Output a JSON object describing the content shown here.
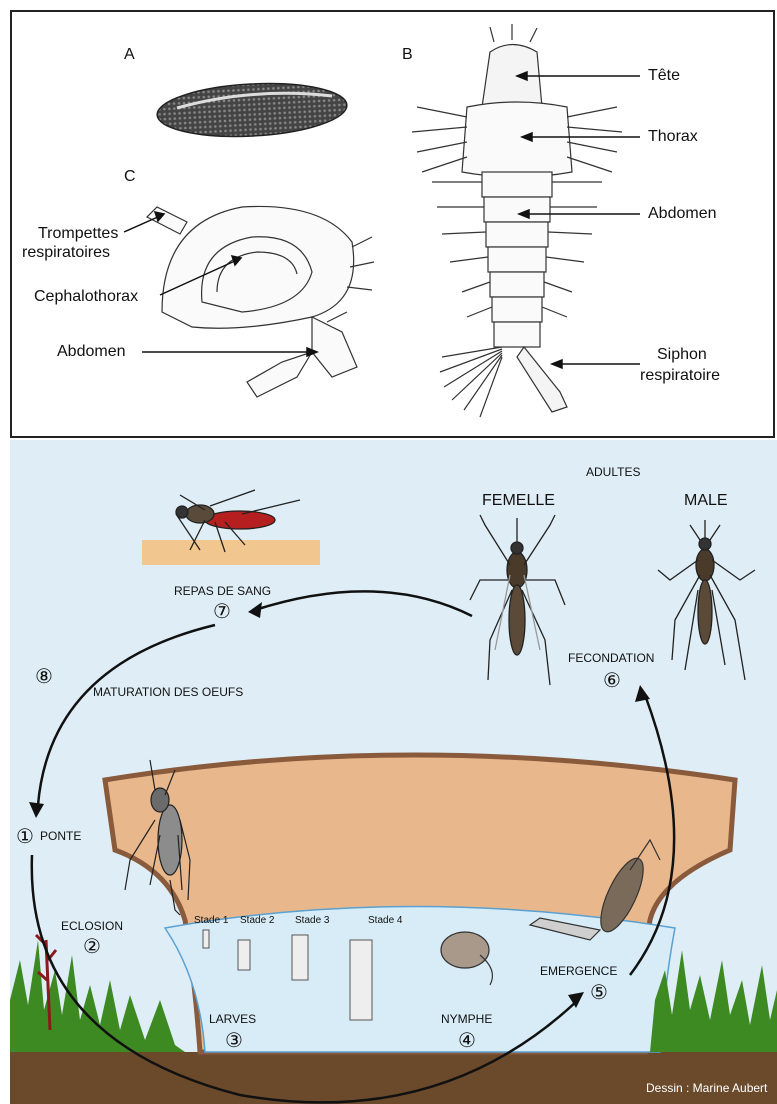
{
  "top_panel": {
    "letters": {
      "a": "A",
      "b": "B",
      "c": "C"
    },
    "labels": {
      "tete": "Tête",
      "thorax": "Thorax",
      "abdomen_b": "Abdomen",
      "siphon": "Siphon",
      "respiratoire": "respiratoire",
      "trompettes": "Trompettes",
      "respiratoires": "respiratoires",
      "cephalothorax": "Cephalothorax",
      "abdomen_c": "Abdomen"
    }
  },
  "cycle": {
    "adultes": "ADULTES",
    "femelle": "FEMELLE",
    "male": "MALE",
    "repas": "REPAS DE SANG",
    "maturation": "MATURATION DES OEUFS",
    "fecondation": "FECONDATION",
    "ponte": "PONTE",
    "eclosion": "ECLOSION",
    "emergence": "EMERGENCE",
    "larves": "LARVES",
    "nymphe": "NYMPHE",
    "credit": "Dessin : Marine Aubert",
    "stages": [
      "Stade 1",
      "Stade 2",
      "Stade 3",
      "Stade 4"
    ],
    "numbers": {
      "n1": "①",
      "n2": "②",
      "n3": "③",
      "n4": "④",
      "n5": "⑤",
      "n6": "⑥",
      "n7": "⑦",
      "n8": "⑧"
    }
  },
  "colors": {
    "sky": "#dfeef6",
    "pot": "#e8b88c",
    "pot_rim": "#8a5a3c",
    "water": "#d8ecf7",
    "grass": "#3e8a22",
    "soil": "#6b4a2b",
    "blood": "#b51f1f",
    "skin": "#f2c68f"
  }
}
